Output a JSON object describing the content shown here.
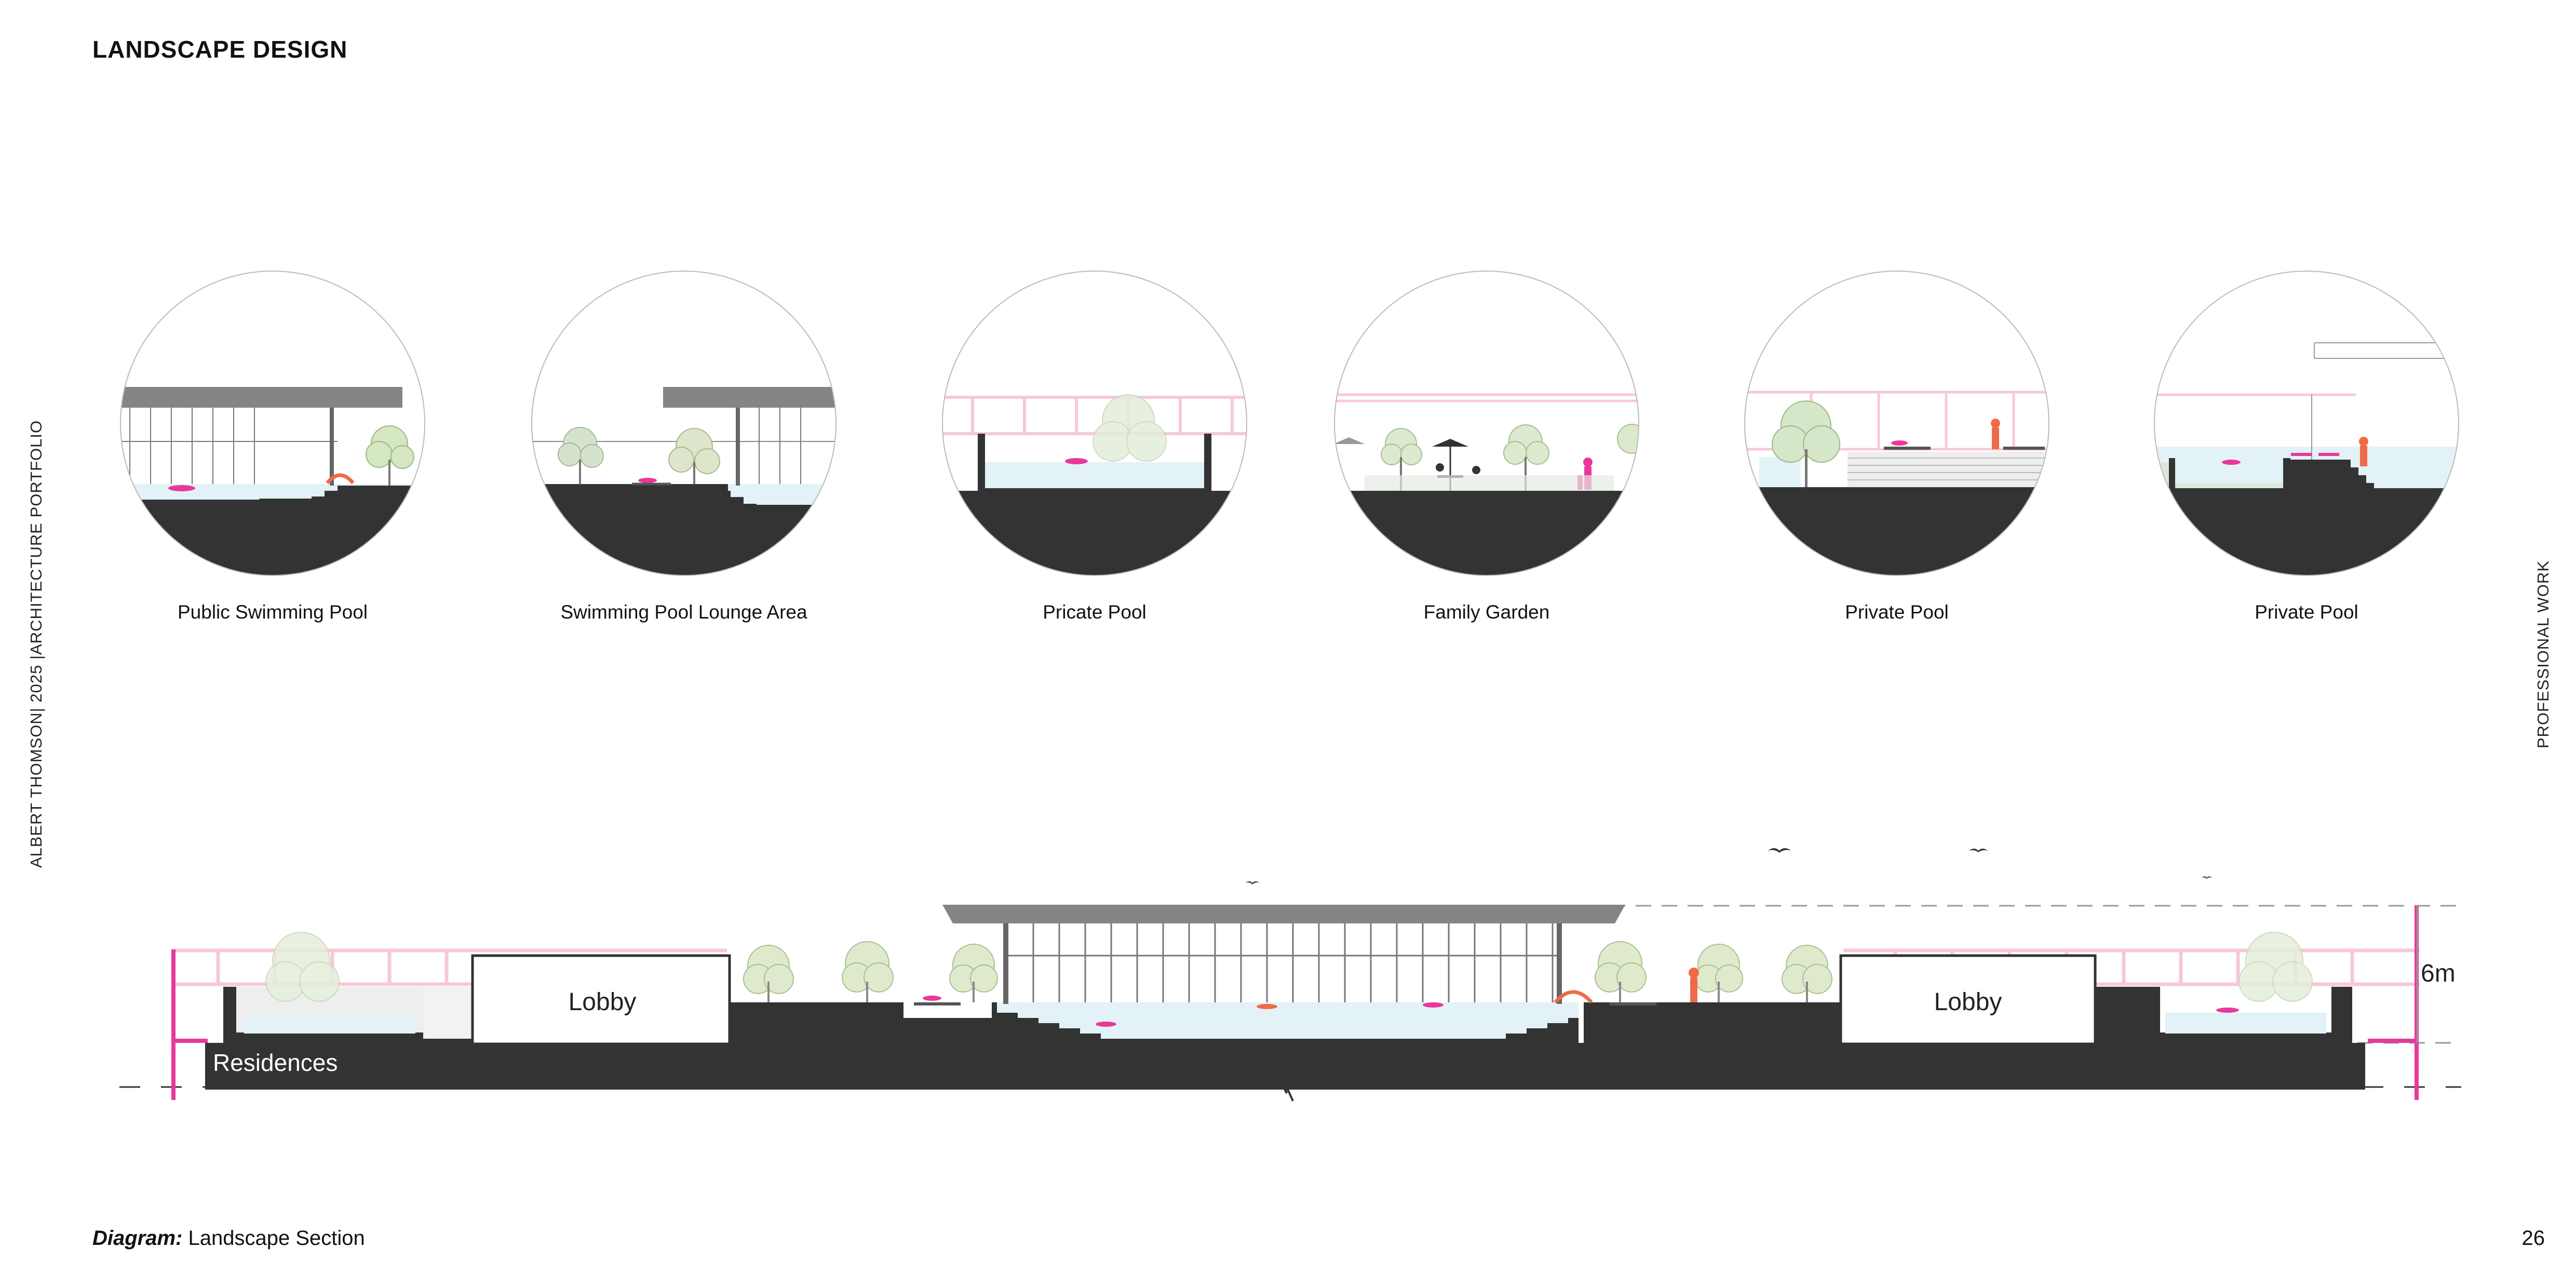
{
  "header": {
    "title": "LANDSCAPE DESIGN"
  },
  "sidebar_left": {
    "text": "ALBERT THOMSON| 2025 |ARCHITECTURE PORTFOLIO"
  },
  "sidebar_right": {
    "text": "PROFESSIONAL WORK"
  },
  "vignettes": [
    {
      "label": "Public Swimming Pool"
    },
    {
      "label": "Swimming Pool Lounge Area"
    },
    {
      "label": "Pricate Pool"
    },
    {
      "label": "Family Garden"
    },
    {
      "label": "Private Pool"
    },
    {
      "label": "Private Pool"
    }
  ],
  "section": {
    "lobby_left": "Lobby",
    "lobby_right": "Lobby",
    "residences": "Residences",
    "height_label": "6m"
  },
  "footer": {
    "caption_label": "Diagram:",
    "caption_text": "Landscape Section",
    "page_number": "26"
  },
  "colors": {
    "ground": "#333333",
    "water": "#e2f2f7",
    "canopy": "#858585",
    "pink_rail": "#f7c8d8",
    "magenta": "#e8389a",
    "orange": "#ef6b47",
    "tree": "#cfe2b8"
  }
}
